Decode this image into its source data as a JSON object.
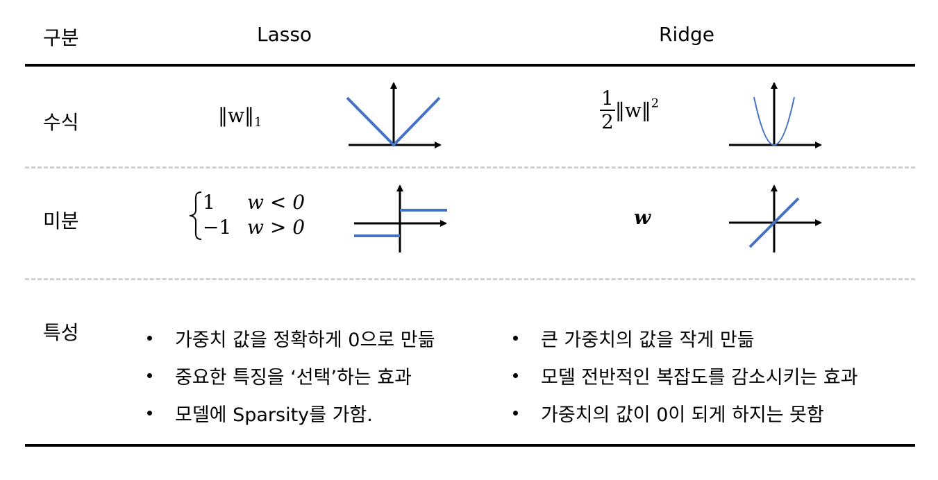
{
  "header": {
    "col0": "구분",
    "col1": "Lasso",
    "col2": "Ridge"
  },
  "rows": {
    "formula": {
      "label": "수식",
      "lasso_norm": "‖w‖",
      "lasso_sub": "1",
      "ridge_num": "1",
      "ridge_den": "2",
      "ridge_norm": "‖w‖",
      "ridge_sup": "2"
    },
    "derivative": {
      "label": "미분",
      "lasso_case1_value": "1",
      "lasso_case1_cond": "w < 0",
      "lasso_case2_value": "−1",
      "lasso_case2_cond": "w > 0",
      "ridge_value": "w"
    },
    "property": {
      "label": "특성",
      "lasso_items": [
        "가중치 값을 정확하게 0으로 만듦",
        "중요한 특징을 ‘선택’하는 효과",
        "모델에 Sparsity를 가함."
      ],
      "ridge_items": [
        "큰 가중치의 값을 작게 만듦",
        "모델 전반적인 복잡도를 감소시키는 효과",
        "가중치의 값이 0이 되게 하지는 못함"
      ]
    }
  },
  "colors": {
    "curve": "#4472c4",
    "axis": "#000000",
    "dashed_rule": "#d0d0d0"
  }
}
